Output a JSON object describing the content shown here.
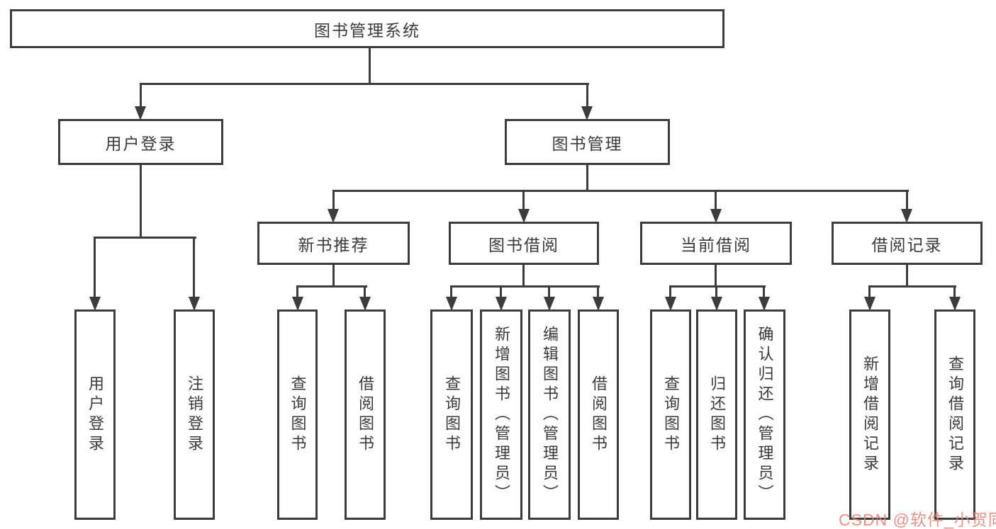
{
  "diagram": {
    "root": {
      "label": "图书管理系统"
    },
    "branches": [
      {
        "label": "用户登录",
        "children": [
          {
            "label": "用户登录"
          },
          {
            "label": "注销登录"
          }
        ]
      },
      {
        "label": "图书管理",
        "children": [
          {
            "label": "新书推荐",
            "children": [
              {
                "label": "查询图书"
              },
              {
                "label": "借阅图书"
              }
            ]
          },
          {
            "label": "图书借阅",
            "children": [
              {
                "label": "查询图书"
              },
              {
                "label": "新增图书（管理员）"
              },
              {
                "label": "编辑图书（管理员）"
              },
              {
                "label": "借阅图书"
              }
            ]
          },
          {
            "label": "当前借阅",
            "children": [
              {
                "label": "查询图书"
              },
              {
                "label": "归还图书"
              },
              {
                "label": "确认归还（管理员）"
              }
            ]
          },
          {
            "label": "借阅记录",
            "children": [
              {
                "label": "新增借阅记录"
              },
              {
                "label": "查询借阅记录"
              }
            ]
          }
        ]
      }
    ]
  },
  "watermark": {
    "text": "CSDN @软件_小贺同学",
    "color": "#e57e71"
  },
  "colors": {
    "line": "#3c3c3c",
    "text": "#3a3a3a",
    "background": "#ffffff"
  }
}
